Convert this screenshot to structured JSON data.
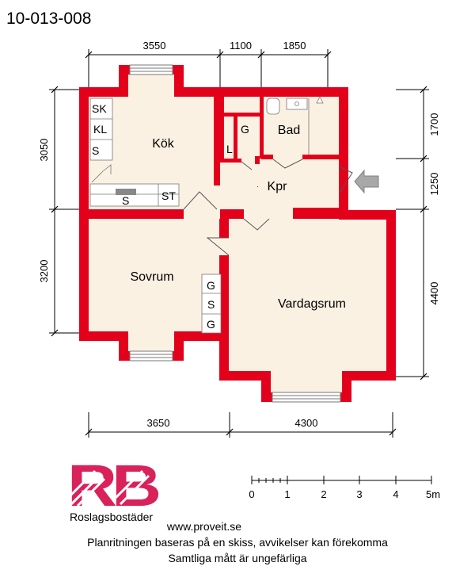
{
  "plan_id": "10-013-008",
  "dimensions": {
    "top": [
      "3550",
      "1100",
      "1850"
    ],
    "bottom": [
      "3650",
      "4300"
    ],
    "left": [
      "3050",
      "3200"
    ],
    "right": [
      "1700",
      "1250",
      "4400"
    ]
  },
  "rooms": {
    "kitchen": "Kök",
    "bathroom": "Bad",
    "hall": "Kpr",
    "bedroom": "Sovrum",
    "living_room": "Vardagsrum"
  },
  "closets": {
    "sk": "SK",
    "kl": "KL",
    "s_kitchen": "S",
    "s_counter": "S",
    "st": "ST",
    "g_wardrobe": "G",
    "l_closet": "L",
    "g_bed_1": "G",
    "s_bed": "S",
    "g_bed_2": "G"
  },
  "logo": {
    "name": "Roslagsbostäder",
    "mark": "RB"
  },
  "scale": {
    "labels": [
      "0",
      "1",
      "2",
      "3",
      "4",
      "5m"
    ]
  },
  "footer": {
    "url": "www.proveit.se",
    "disclaimer_1": "Planritningen baseras på en skiss, avvikelser kan förekomma",
    "disclaimer_2": "Samtliga mått är ungefärliga"
  },
  "colors": {
    "wall": "#e3001b",
    "floor": "#fbf1e3",
    "logo": "#d9215a"
  }
}
